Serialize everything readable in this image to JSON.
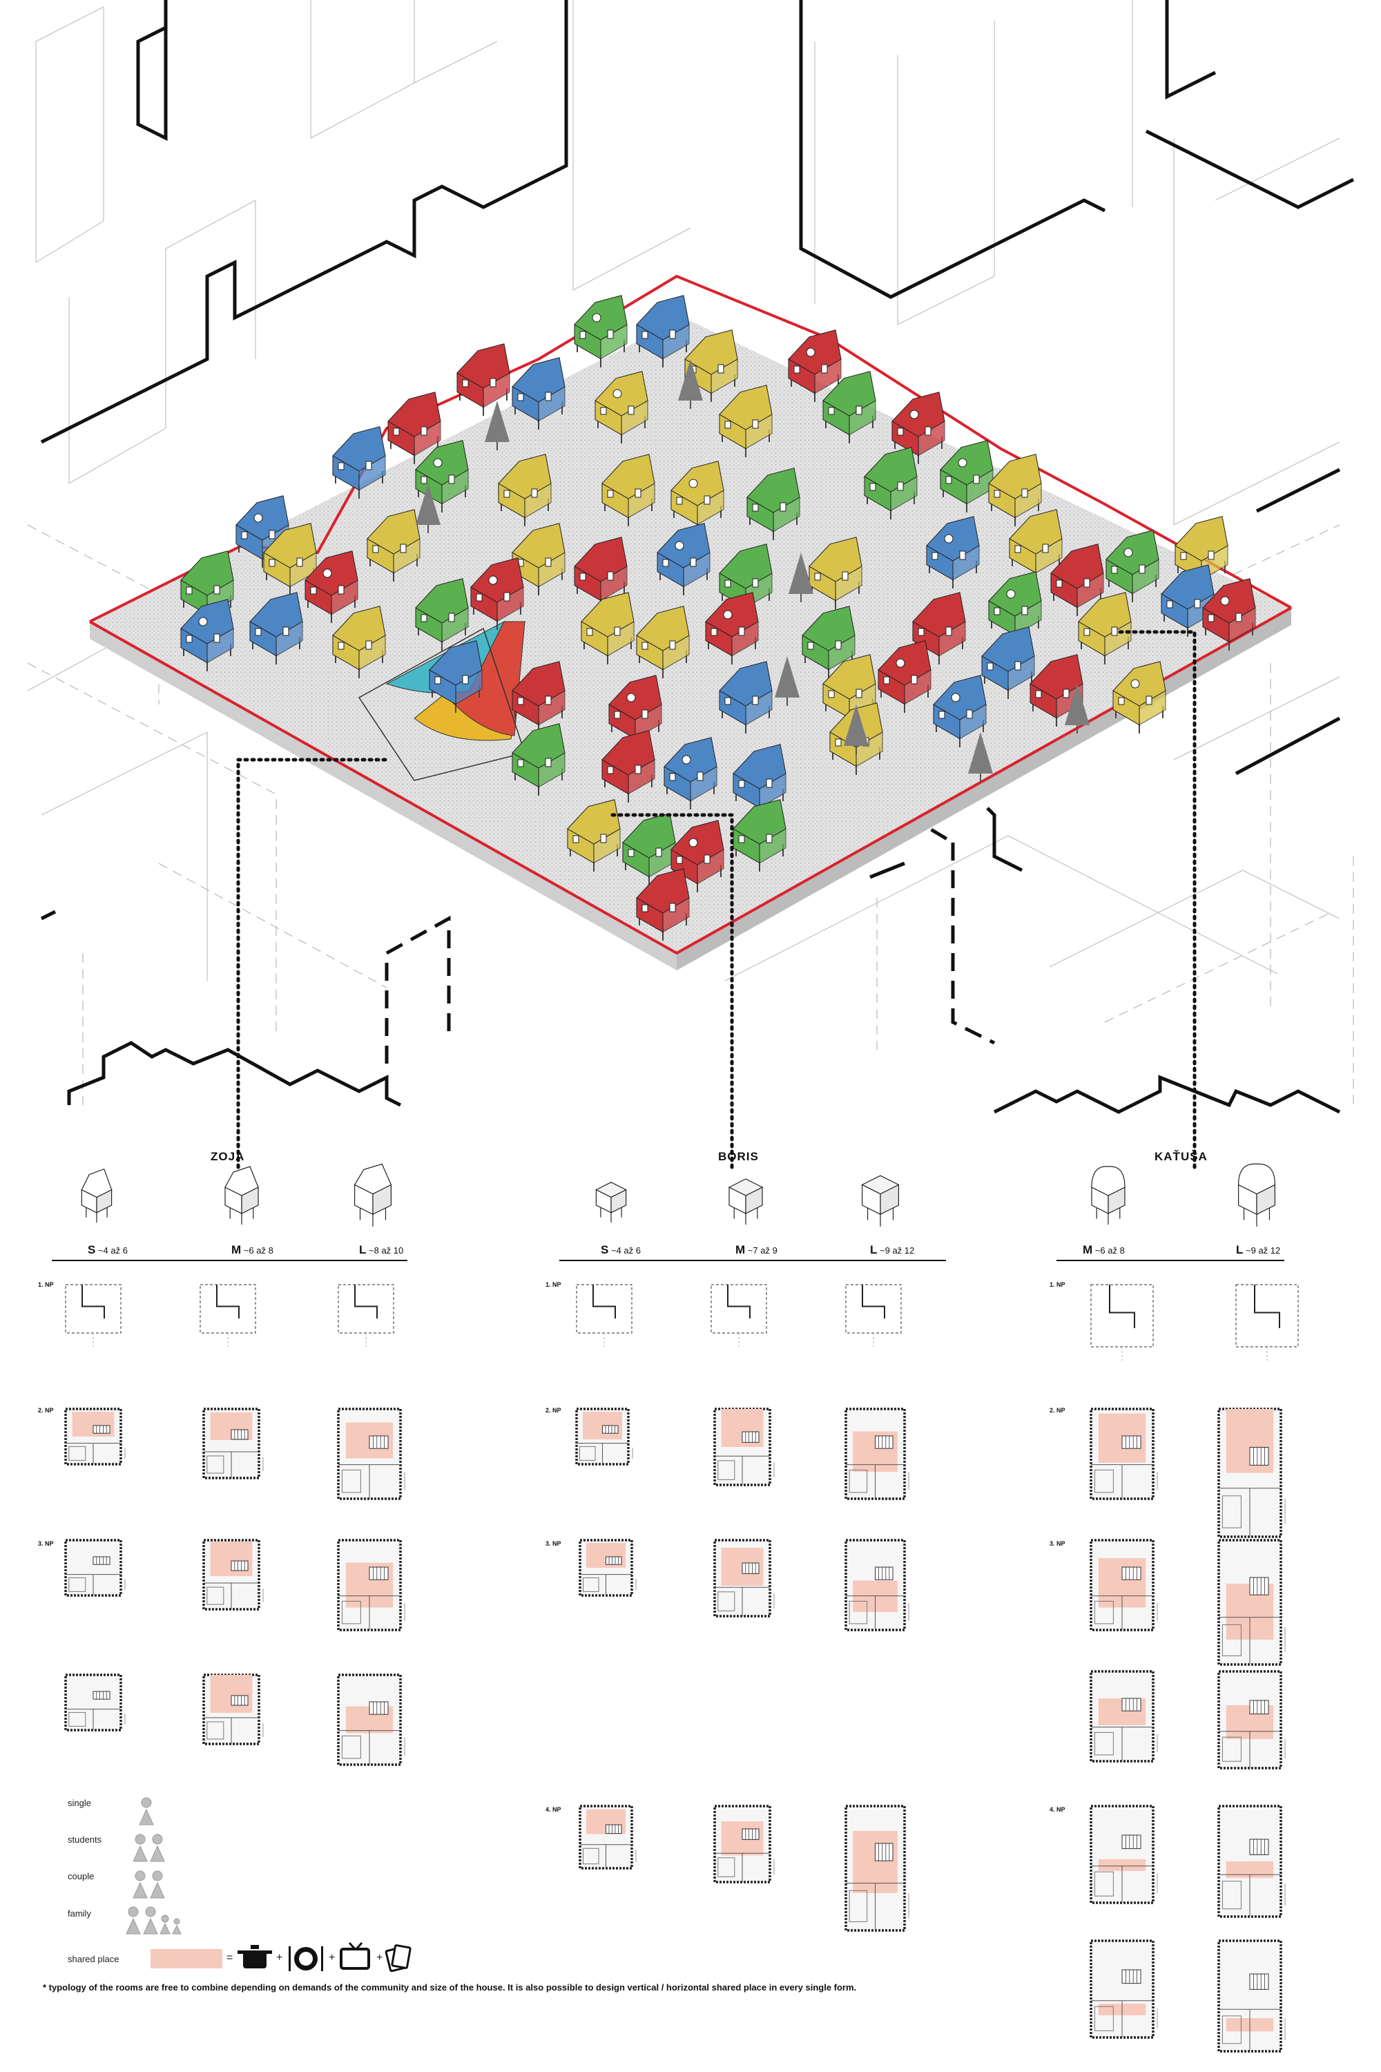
{
  "typologies": [
    {
      "name": "ZOJA",
      "sizes": [
        {
          "letter": "S",
          "range": "~4 až 6"
        },
        {
          "letter": "M",
          "range": "~6 až 8"
        },
        {
          "letter": "L",
          "range": "~8 až 10"
        }
      ]
    },
    {
      "name": "BORIS",
      "sizes": [
        {
          "letter": "S",
          "range": "~4 až 6"
        },
        {
          "letter": "M",
          "range": "~7 až 9"
        },
        {
          "letter": "L",
          "range": "~9 až 12"
        }
      ]
    },
    {
      "name": "KAŤUŠA",
      "sizes": [
        {
          "letter": "M",
          "range": "~6 až 8"
        },
        {
          "letter": "L",
          "range": "~9 až 12"
        }
      ]
    }
  ],
  "floors": {
    "np1": "1. NP",
    "np2": "2. NP",
    "np3": "3. NP",
    "np4": "4. NP"
  },
  "legend": {
    "single": "single",
    "students": "students",
    "couple": "couple",
    "family": "family",
    "shared_place": "shared place",
    "equals": "=",
    "plus": "+",
    "icons": [
      "pot-icon",
      "plate-cutlery-icon",
      "tv-icon",
      "cards-icon"
    ]
  },
  "footnote": "* typology of the rooms are free to combine depending on demands of the community and size of the house. It is also possible to design vertical / horizontal shared place in every single form.",
  "colors": {
    "house_red": "#c8363a",
    "house_blue": "#4d86c5",
    "house_green": "#5bb14f",
    "house_yellow": "#d8c24a",
    "site_outline": "#d9232e",
    "shared_place": "#f6c9bd",
    "court_yellow": "#e9b72e",
    "court_cyan": "#48b8c8",
    "court_red": "#d94a3d"
  }
}
